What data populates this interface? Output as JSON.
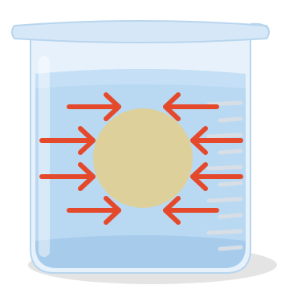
{
  "scene": {
    "container": "beaker",
    "contents": "liquid",
    "object": "sphere",
    "arrows": {
      "count": 8,
      "direction": "inward",
      "left_count": 4,
      "right_count": 4
    },
    "graduation_marks": 10
  },
  "colors": {
    "background": "#ffffff",
    "glass": "#e6f1fb",
    "glass_outline": "#b8d5ee",
    "rim": "#d6e8f7",
    "liquid": "#b9d9f3",
    "liquid_top": "#c5e0f6",
    "liquid_bottom": "#a6cbeb",
    "sphere": "#ddd09b",
    "arrow": "#e5492c",
    "graduations": "#d7dee6",
    "shadow": "#e4e4e4"
  }
}
